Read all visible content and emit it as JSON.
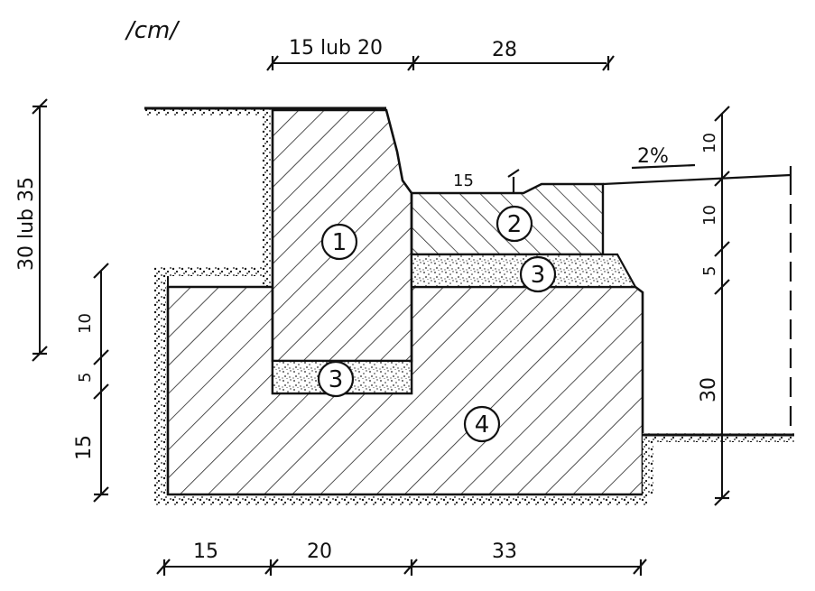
{
  "unit_label": "/cm/",
  "top_dims": {
    "a": "15 lub 20",
    "b": "28"
  },
  "bottom_dims": {
    "a": "15",
    "b": "20",
    "c": "33"
  },
  "left_dims": {
    "height": "30 lub 35",
    "d10": "10",
    "d5": "5",
    "d15": "15"
  },
  "right_dims": {
    "d10a": "10",
    "d10b": "10",
    "d5": "5",
    "d30": "30"
  },
  "slope": "2%",
  "gutter_dim": "15",
  "layers": {
    "curb": "1",
    "gutter": "2",
    "sand_a": "3",
    "sand_b": "3",
    "foundation": "4"
  }
}
